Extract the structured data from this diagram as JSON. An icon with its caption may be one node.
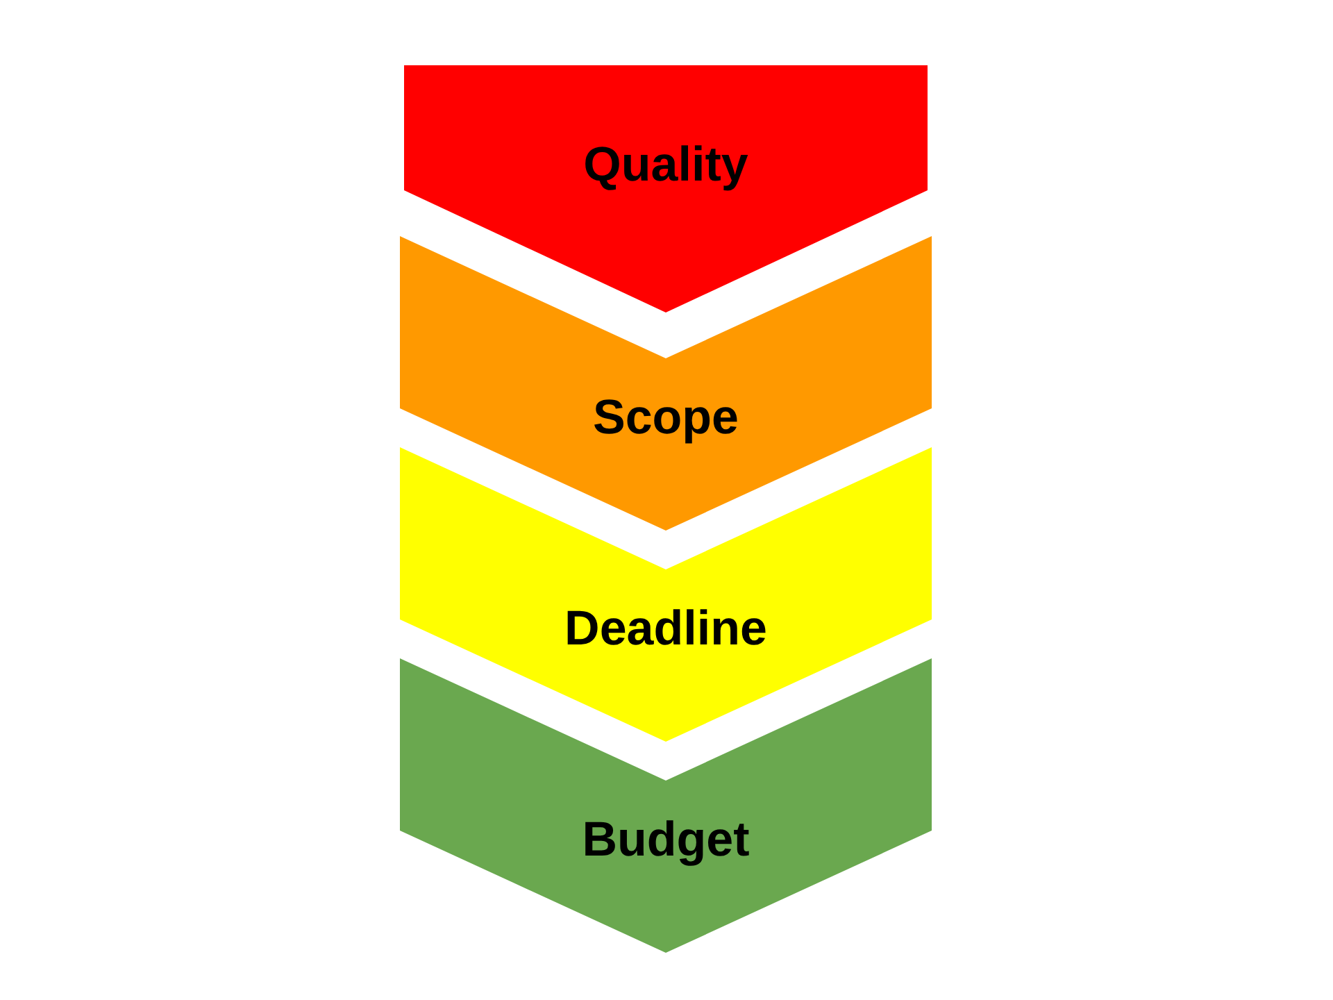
{
  "diagram": {
    "nodes": [
      {
        "text": [
          "Quality"
        ]
      },
      {
        "text": [
          "Scope"
        ]
      },
      {
        "text": [
          "Deadline"
        ]
      },
      {
        "text": [
          "Budget"
        ]
      }
    ]
  }
}
